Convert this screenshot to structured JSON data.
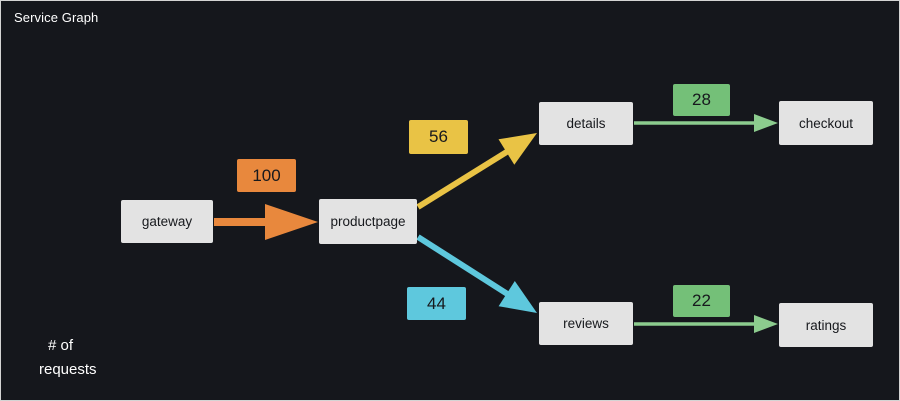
{
  "panel": {
    "title": "Service Graph"
  },
  "legend": {
    "line1": "# of",
    "line2": "requests"
  },
  "colors": {
    "background": "#15171c",
    "border": "#d4d4d4",
    "node_bg": "#e3e3e3",
    "node_text": "#17191d",
    "orange": "#e8883d",
    "yellow": "#e9c345",
    "cyan": "#5ec8dd",
    "green": "#74c078",
    "green_edge": "#8ccc8e",
    "title_text": "#ffffff"
  },
  "nodes": [
    {
      "id": "gateway",
      "label": "gateway"
    },
    {
      "id": "productpage",
      "label": "productpage"
    },
    {
      "id": "details",
      "label": "details"
    },
    {
      "id": "checkout",
      "label": "checkout"
    },
    {
      "id": "reviews",
      "label": "reviews"
    },
    {
      "id": "ratings",
      "label": "ratings"
    }
  ],
  "edges": [
    {
      "from": "gateway",
      "to": "productpage",
      "requests": "100",
      "color_key": "orange"
    },
    {
      "from": "productpage",
      "to": "details",
      "requests": "56",
      "color_key": "yellow"
    },
    {
      "from": "productpage",
      "to": "reviews",
      "requests": "44",
      "color_key": "cyan"
    },
    {
      "from": "details",
      "to": "checkout",
      "requests": "28",
      "color_key": "green"
    },
    {
      "from": "reviews",
      "to": "ratings",
      "requests": "22",
      "color_key": "green"
    }
  ]
}
